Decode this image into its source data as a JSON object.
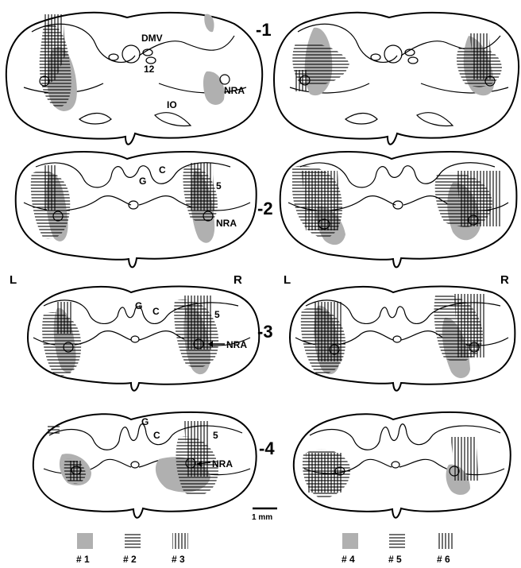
{
  "levels": [
    "-1",
    "-2",
    "-3",
    "-4"
  ],
  "side_labels": {
    "left": "L",
    "right": "R"
  },
  "structure_labels": {
    "dmv": "DMV",
    "hypoglossal": "12",
    "io": "IO",
    "nra": "NRA",
    "gracile": "G",
    "cuneate": "C",
    "trigeminal": "5"
  },
  "scale_bar": "1 mm",
  "legend": [
    {
      "label": "# 1",
      "pattern": "dots"
    },
    {
      "label": "# 2",
      "pattern": "horizontal"
    },
    {
      "label": "# 3",
      "pattern": "vertical"
    },
    {
      "label": "# 4",
      "pattern": "dots"
    },
    {
      "label": "# 5",
      "pattern": "horizontal"
    },
    {
      "label": "# 6",
      "pattern": "vertical"
    }
  ],
  "colors": {
    "stipple": "#b0b0b0",
    "line": "#000000"
  }
}
